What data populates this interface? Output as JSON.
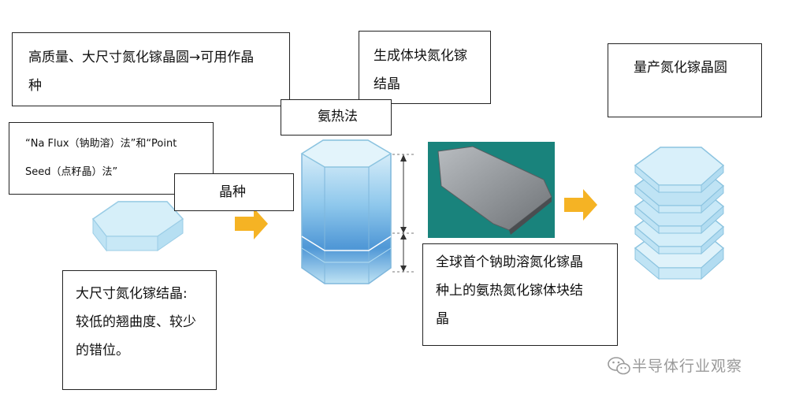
{
  "boxes": {
    "seed_quality": {
      "line1": "高质量、大尺寸氮化镓晶圆→可用作晶",
      "line2": "种"
    },
    "bulk_crystal": {
      "line1": "生成体块氮化镓",
      "line2": "结晶"
    },
    "mass_production": {
      "line1": "量产氮化镓晶圆"
    },
    "ammonothermal": {
      "label": "氨热法"
    },
    "methods": {
      "line1": "“Na Flux（钠助溶）法”和“Point",
      "line2": "Seed（点籽晶）法”"
    },
    "seed": {
      "label": "晶种"
    },
    "large_crystal": {
      "line1": "大尺寸氮化镓结晶:",
      "line2": "较低的翘曲度、较少",
      "line3": "的错位。"
    },
    "world_first": {
      "line1": "全球首个钠助溶氮化镓晶",
      "line2": "种上的氨热氮化镓体块结",
      "line3": "晶"
    }
  },
  "watermark": {
    "text": "半导体行业观察",
    "icon": "wechat-icon"
  },
  "colors": {
    "arrow": "#f5b324",
    "crystal_light": "#cfeaf7",
    "crystal_mid": "#9fd3ee",
    "crystal_dark": "#5fa6dd",
    "photo_bg": "#1f8f86",
    "photo_plate": "#8c8f92"
  }
}
